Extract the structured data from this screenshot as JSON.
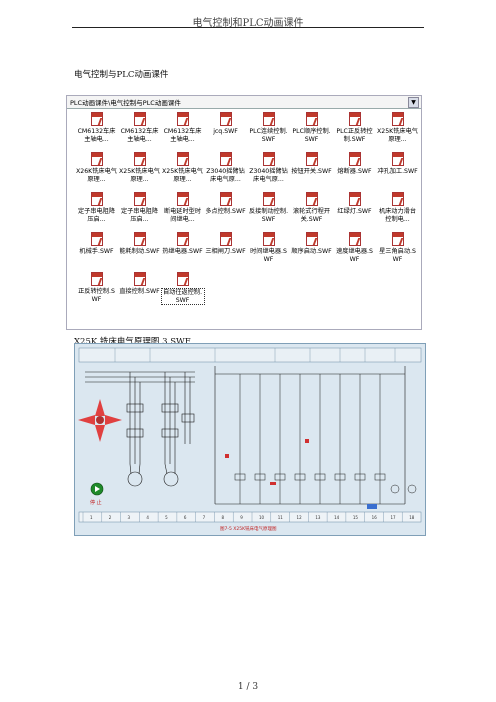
{
  "header": {
    "title": "电气控制和PLC动画课件"
  },
  "section1": {
    "title": "电气控制与PLC动画课件"
  },
  "explorer": {
    "address": "PLC动画课件\\电气控制与PLC动画课件",
    "files": [
      {
        "name": "CM6132车床主轴电..."
      },
      {
        "name": "CM6132车床主轴电..."
      },
      {
        "name": "CM6132车床主轴电..."
      },
      {
        "name": "jcq.SWF"
      },
      {
        "name": "PLC连续控制.SWF"
      },
      {
        "name": "PLC顺序控制.SWF"
      },
      {
        "name": "PLC正反转控制.SWF"
      },
      {
        "name": "X25K铣床电气原理..."
      },
      {
        "name": "X26K铣床电气原理..."
      },
      {
        "name": "X25K铣床电气原理..."
      },
      {
        "name": "X25K铣床电气原理..."
      },
      {
        "name": "Z3040摇臂钻床电气原..."
      },
      {
        "name": "Z3040摇臂钻床电气原..."
      },
      {
        "name": "按钮开关.SWF"
      },
      {
        "name": "熔断器.SWF"
      },
      {
        "name": "冲孔加工.SWF"
      },
      {
        "name": "定子串电阻降压启..."
      },
      {
        "name": "定子串电阻降压启..."
      },
      {
        "name": "断电延时型时间继电..."
      },
      {
        "name": "多点控制.SWF"
      },
      {
        "name": "反接制动控制.SWF"
      },
      {
        "name": "滚轮式行程开关.SWF"
      },
      {
        "name": "红绿灯.SWF"
      },
      {
        "name": "机床动力滑台控制电..."
      },
      {
        "name": "机械手.SWF"
      },
      {
        "name": "能耗制动.SWF"
      },
      {
        "name": "热继电器.SWF"
      },
      {
        "name": "三相闸刀.SWF"
      },
      {
        "name": "时间继电器.SWF"
      },
      {
        "name": "顺序启动.SWF"
      },
      {
        "name": "速度继电器.SWF"
      },
      {
        "name": "星三角启动.SWF"
      },
      {
        "name": "正反转控制.SWF"
      },
      {
        "name": "直接控制.SWF"
      },
      {
        "name": "自动往返控制.SWF"
      }
    ]
  },
  "section2": {
    "title": "X25K 铣床电气原理图 3.SWF"
  },
  "schematic": {
    "stop_label": "停  止",
    "caption": "图7-5  X25K铣床电气原理图",
    "columns": [
      "1",
      "2",
      "3",
      "4",
      "5",
      "6",
      "7",
      "8",
      "9",
      "10",
      "11",
      "12",
      "13",
      "14",
      "15",
      "16",
      "17",
      "18"
    ]
  },
  "footer": {
    "page": "1  /  3"
  }
}
